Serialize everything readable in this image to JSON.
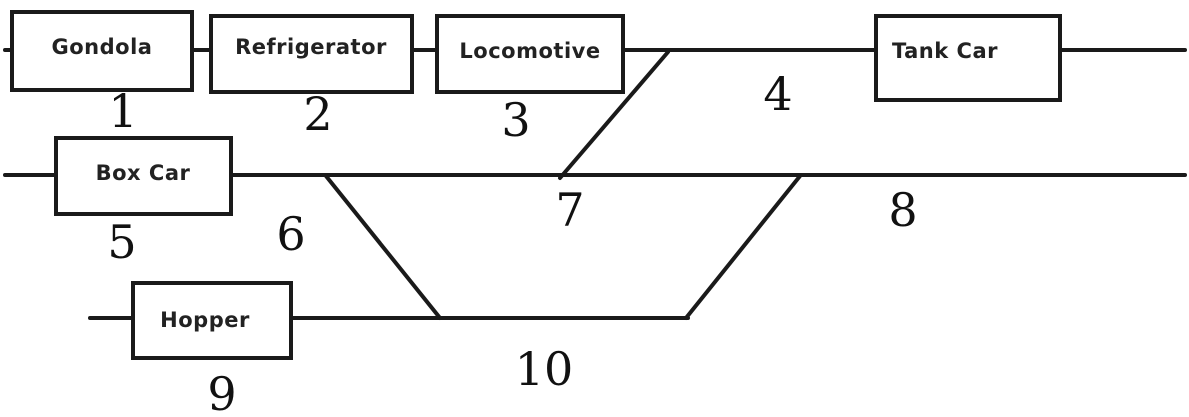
{
  "diagram": {
    "cars": [
      {
        "id": "gondola",
        "label": "Gondola"
      },
      {
        "id": "refrigerator",
        "label": "Refrigerator"
      },
      {
        "id": "locomotive",
        "label": "Locomotive"
      },
      {
        "id": "tank-car",
        "label": "Tank Car"
      },
      {
        "id": "box-car",
        "label": "Box Car"
      },
      {
        "id": "hopper",
        "label": "Hopper"
      }
    ],
    "segment_numbers": [
      "1",
      "2",
      "3",
      "4",
      "5",
      "6",
      "7",
      "8",
      "9",
      "10"
    ]
  }
}
